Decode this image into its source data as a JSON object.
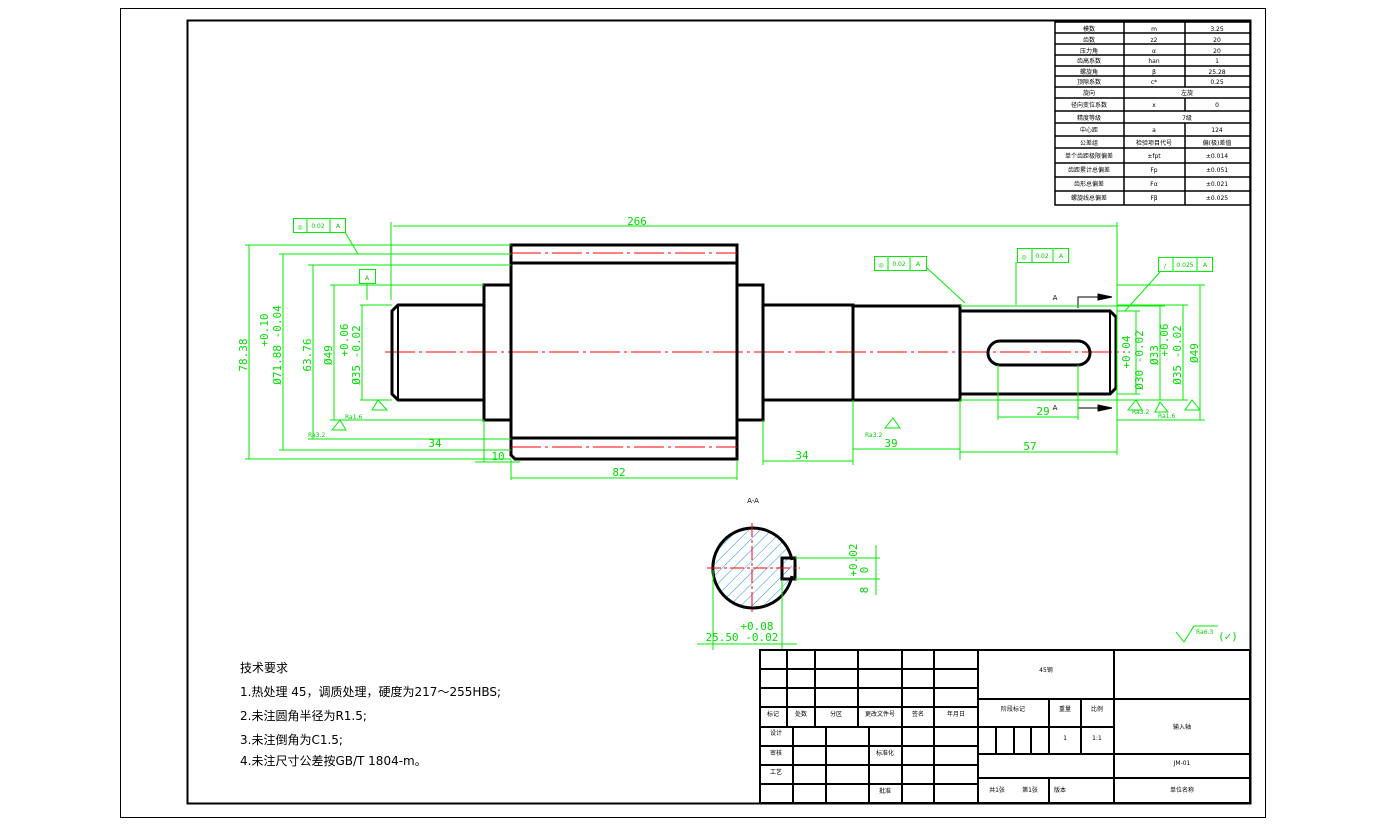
{
  "param_table": {
    "rows": [
      [
        "模数",
        "m",
        "3.25"
      ],
      [
        "齿数",
        "z2",
        "20"
      ],
      [
        "压力角",
        "α",
        "20"
      ],
      [
        "齿高系数",
        "han",
        "1"
      ],
      [
        "螺旋角",
        "β",
        "25.28"
      ],
      [
        "顶隙系数",
        "c*",
        "0.25"
      ],
      [
        "旋向",
        "左旋"
      ],
      [
        "径向变位系数",
        "x",
        "0"
      ],
      [
        "精度等级",
        "7级"
      ],
      [
        "中心距",
        "a",
        "124"
      ],
      [
        "公差组",
        "检验项目代号",
        "偏(极)差值"
      ],
      [
        "单个齿距极限偏差",
        "±fpt",
        "±0.014"
      ],
      [
        "齿距累计总偏差",
        "Fp",
        "±0.051"
      ],
      [
        "齿形总偏差",
        "Fα",
        "±0.021"
      ],
      [
        "螺旋线总偏差",
        "Fβ",
        "±0.025"
      ]
    ]
  },
  "dimensions": {
    "total_length": "266",
    "d_outer": "78.38",
    "d_root_tol_upper": "+0.10",
    "d_root": "Ø71.88 -0.04",
    "d_6376": "63.76",
    "d_49_left": "Ø49",
    "d35_left_tol_upper": "+0.06",
    "d35_left": "Ø35 -0.02",
    "len_34_left": "34",
    "len_10": "10",
    "len_82": "82",
    "len_34_right": "34",
    "len_39": "39",
    "len_57": "57",
    "len_29": "29",
    "d30_tol_upper": "+0.04",
    "d30": "Ø30 -0.02",
    "d33": "Ø33",
    "d35_right_tol_upper": "+0.06",
    "d35_right": "Ø35 -0.02",
    "d49_right": "Ø49",
    "section_label": "A-A",
    "section_mark": "A",
    "key_width_tol_upper": "+0.02",
    "key_width_tol_lower": "0",
    "key_width": "8",
    "key_depth_tol_upper": "+0.08",
    "key_depth": "25.50 -0.02",
    "datum": "A",
    "rough_16": "Ra1.6",
    "rough_32": "Ra3.2",
    "rough_general": "Ra6.3",
    "rough_other": "(✓)"
  },
  "tolerance_frames": [
    {
      "symbol": "◎",
      "value": "0.02",
      "datum": "A"
    },
    {
      "symbol": "◎",
      "value": "0.02",
      "datum": "A"
    },
    {
      "symbol": "◎",
      "value": "0.02",
      "datum": "A"
    },
    {
      "symbol": "/",
      "value": "0.025",
      "datum": "A"
    }
  ],
  "requirements": {
    "title": "技术要求",
    "items": [
      "1.热处理 45，调质处理，硬度为217～255HBS;",
      "2.未注圆角半径为R1.5;",
      "3.未注倒角为C1.5;",
      "4.未注尺寸公差按GB/T 1804-m。"
    ]
  },
  "title_block": {
    "header_row": [
      "标记",
      "处数",
      "分区",
      "更改文件号",
      "签名",
      "年月日"
    ],
    "roles": [
      "设计",
      "审核",
      "工艺",
      "标准化",
      "批准"
    ],
    "material": "45钢",
    "stage_label": "阶段标记",
    "weight_label": "重量",
    "scale_label": "比例",
    "weight": "1",
    "scale": "1:1",
    "sheet_total": "共1张",
    "sheet_no": "第1张",
    "version": "版本",
    "part_name": "输入轴",
    "drawing_no": "JM-01",
    "company": "单位名称"
  }
}
